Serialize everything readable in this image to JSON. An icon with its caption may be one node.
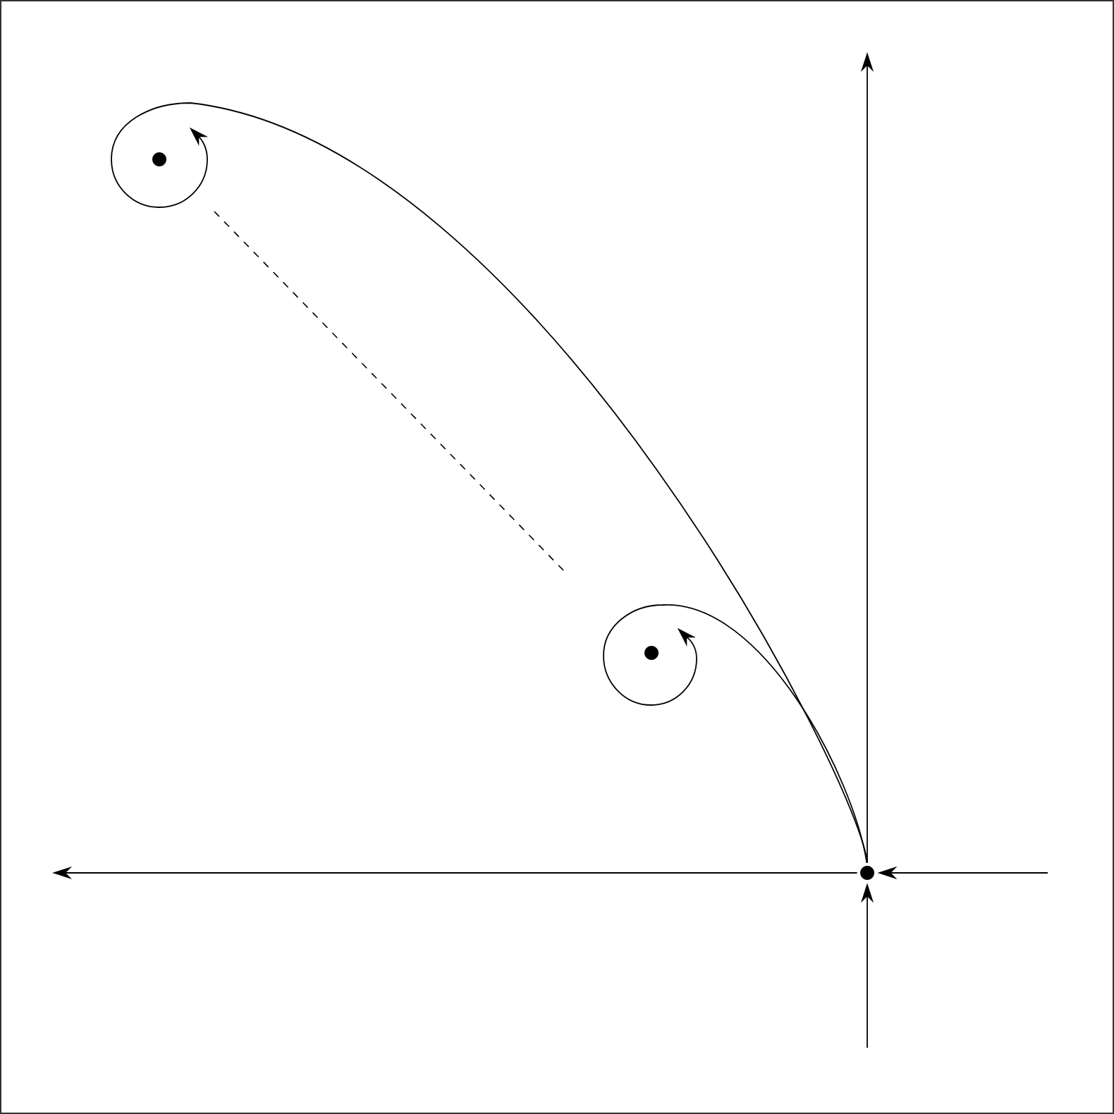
{
  "diagram": {
    "nodes": [
      {
        "text": [],
        "shape": "circle"
      },
      {
        "text": [],
        "shape": "circle"
      },
      {
        "text": [],
        "shape": "circle"
      }
    ],
    "edges": [
      {
        "from": 0,
        "to": null,
        "arrow": "to"
      },
      {
        "from": 0,
        "to": null,
        "arrow": "to"
      },
      {
        "from": null,
        "to": 0,
        "arrow": "to"
      },
      {
        "from": null,
        "to": 0,
        "arrow": "to"
      },
      {
        "from": 0,
        "to": 1,
        "arrow": "to"
      },
      {
        "from": 0,
        "to": 2,
        "arrow": "to"
      }
    ]
  }
}
